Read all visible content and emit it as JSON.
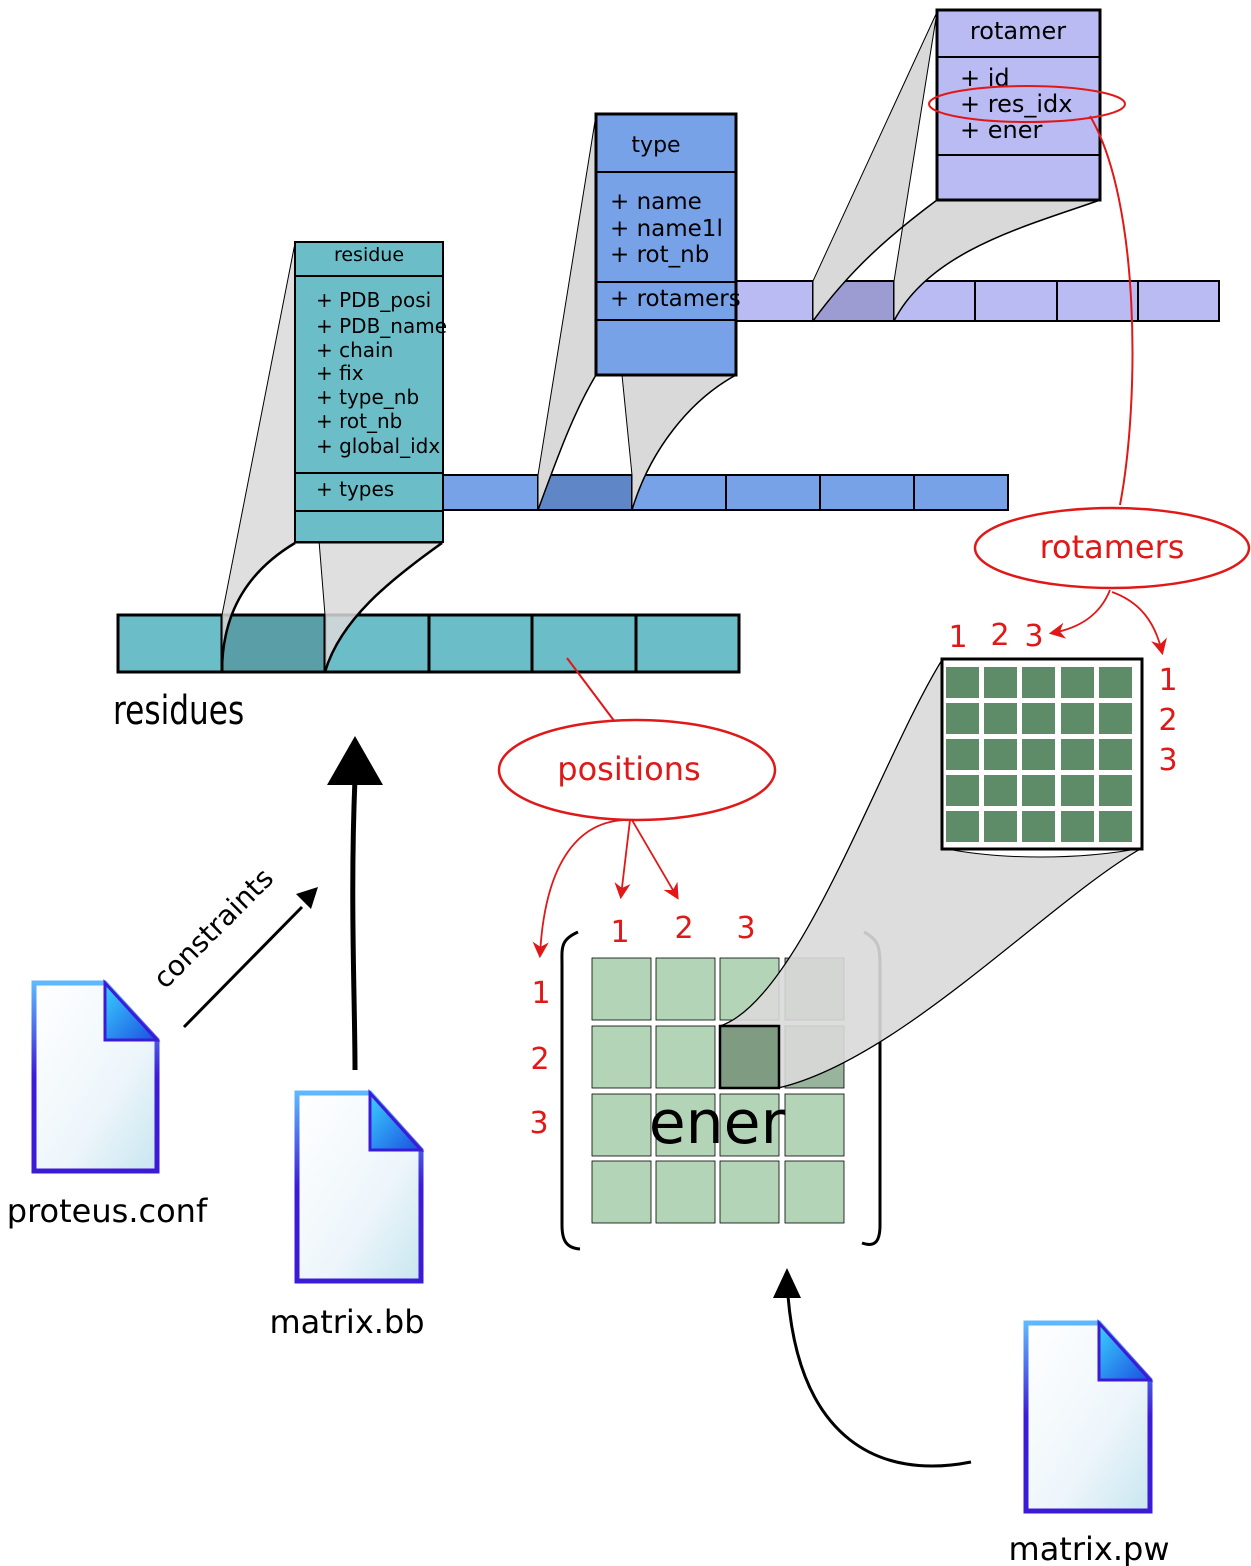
{
  "colors": {
    "residue_fill": "#6bbec8",
    "residue_dark": "#5a9fa8",
    "type_fill": "#77a2e8",
    "type_dark": "#5f86c6",
    "rotamer_fill": "#bbbbf4",
    "rotamer_dark": "#9c9cd2",
    "connector_fill": "#d9d9d9",
    "annotation_red": "#e01818",
    "cell_light": "#b4d4b8",
    "cell_mid": "#98b49c",
    "cell_dark": "#7f9c82",
    "cell_zoom": "#5e8b68",
    "file_border": "#3c1bd6"
  },
  "classes": {
    "residue": {
      "name": "residue",
      "attributes": [
        "+ PDB_posi",
        "+ PDB_name",
        "+ chain",
        "+ fix",
        "+ type_nb",
        "+ rot_nb",
        "+ global_idx"
      ],
      "links": [
        "+ types"
      ]
    },
    "type": {
      "name": "type",
      "attributes": [
        "+ name",
        "+ name1l",
        "+ rot_nb"
      ],
      "links": [
        "+ rotamers"
      ]
    },
    "rotamer": {
      "name": "rotamer",
      "attributes": [
        "+ id",
        "+ res_idx",
        "+ ener"
      ]
    }
  },
  "array_label": "residues",
  "annotations": {
    "rotamers": "rotamers",
    "positions": "positions",
    "constraints": "constraints"
  },
  "index_labels": {
    "rot_cols": [
      "1",
      "2",
      "3"
    ],
    "rot_rows": [
      "1",
      "2",
      "3"
    ],
    "pos_cols": [
      "1",
      "2",
      "3"
    ],
    "pos_rows": [
      "1",
      "2",
      "3"
    ]
  },
  "matrix_label": "ener",
  "files": {
    "conf": "proteus.conf",
    "bb": "matrix.bb",
    "pw": "matrix.pw"
  },
  "icons": [
    "document-icon"
  ]
}
